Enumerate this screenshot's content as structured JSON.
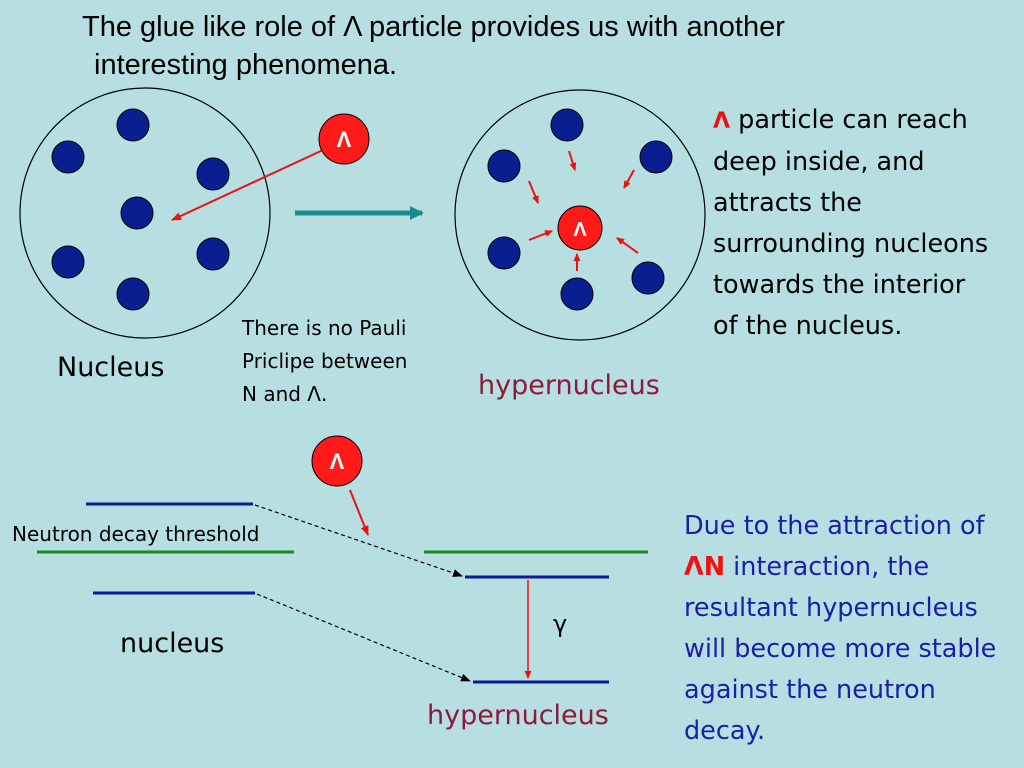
{
  "title": {
    "line1": "The glue like role of Λ particle provides us with another",
    "line2": "interesting phenomena."
  },
  "top": {
    "nucleus_label": "Nucleus",
    "lambda_symbol": "Λ",
    "pauli_note": {
      "line1": "There is no Pauli",
      "line2": "Priclipe between",
      "line3": "N and Λ."
    },
    "hypernucleus_label": "hypernucleus",
    "reach_text": {
      "lambda": "Λ",
      "line1_rest": " particle can reach",
      "line2": "deep inside, and",
      "line3": "attracts the",
      "line4": "surrounding nucleons",
      "line5": "towards the interior",
      "line6": "of the nucleus."
    }
  },
  "bottom": {
    "lambda_symbol": "Λ",
    "neutron_threshold_label": "Neutron decay threshold",
    "nucleus_label": "nucleus",
    "hypernucleus_label": "hypernucleus",
    "gamma_label": "γ",
    "stability_text": {
      "line1": "Due to the attraction of",
      "ln": "ΛN",
      "line2_rest": " interaction, the",
      "line3": "resultant hypernucleus",
      "line4": "will become more stable",
      "line5": "against  the neutron",
      "line6": "decay."
    }
  },
  "colors": {
    "background": "#b7dfe2",
    "nucleon": "#0a1f8f",
    "lambda": "#ff1a1a",
    "arrow_teal": "#1a8a8a",
    "level_blue": "#0d1a8f",
    "level_green": "#1a8a1a",
    "hyper_text": "#8b1a3d",
    "explain_blue": "#1b1fa8"
  }
}
